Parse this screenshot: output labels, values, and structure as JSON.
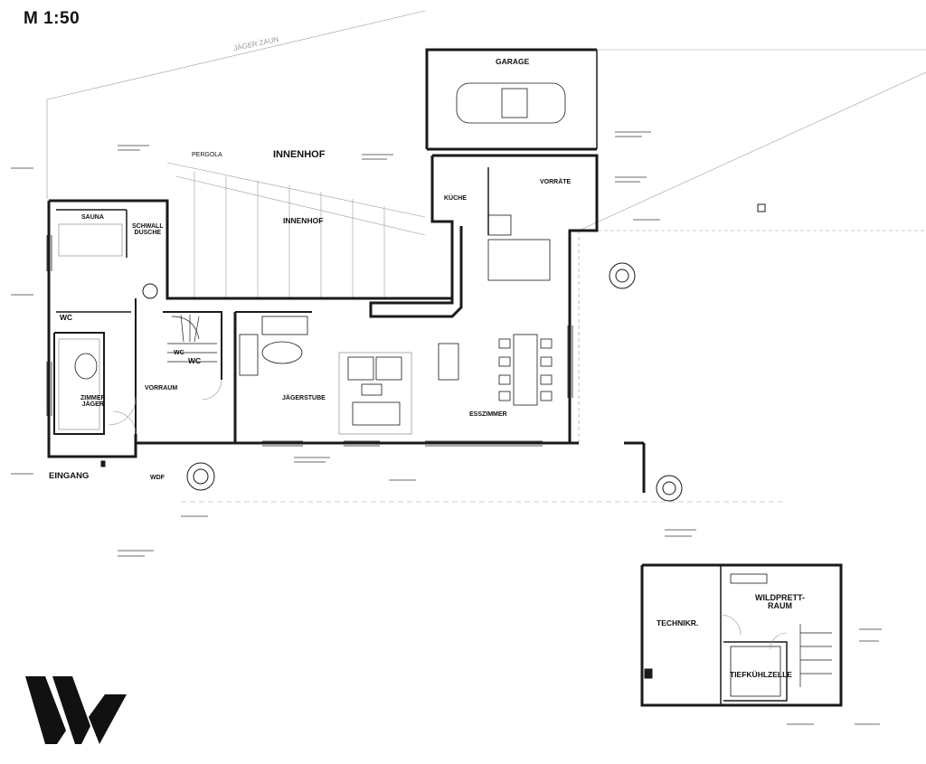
{
  "scale": "M 1:50",
  "rooms": {
    "garage": "GARAGE",
    "innenhof_1": "INNENHOF",
    "innenhof_2": "INNENHOF",
    "pergola": "PERGOLA",
    "sauna": "SAUNA",
    "schwall_dusche_1": "SCHWALL",
    "schwall_dusche_2": "DUSCHE",
    "wc_1": "WC",
    "wc_2": "WC",
    "wc_3": "WC",
    "zimmer_jaeger_1": "ZIMMER",
    "zimmer_jaeger_2": "JÄGER",
    "vorraum": "VORRAUM",
    "jaegerstube": "JÄGERSTUBE",
    "kueche": "KÜCHE",
    "vorraete": "VORRÄTE",
    "esszimmer": "ESSZIMMER",
    "eingang": "EINGANG",
    "wdf": "WDF",
    "technikr": "TECHNIKR.",
    "wildprett_1": "WILDPRETT-",
    "wildprett_2": "RAUM",
    "tiefkuehlzelle": "TIEFKÜHLZELLE"
  },
  "annotations": {
    "jaegerzaun": "JÄGER ZAUN"
  },
  "colors": {
    "line": "#1a1a1a",
    "thin": "#9a9a9a",
    "logo": "#111111"
  }
}
